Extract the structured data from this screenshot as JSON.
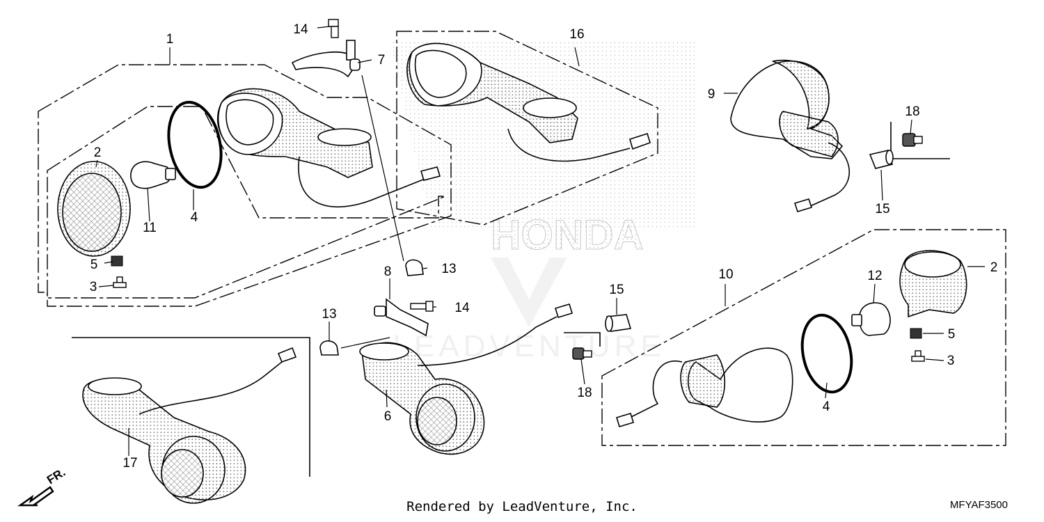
{
  "watermark": {
    "brand": "HONDA",
    "provider": "LEADVENTURE"
  },
  "footer": {
    "rendered_by": "Rendered by LeadVenture, Inc.",
    "diagram_code": "MFYAF3500"
  },
  "direction": {
    "label": "FR."
  },
  "callouts": {
    "c1": "1",
    "c2a": "2",
    "c2b": "2",
    "c3a": "3",
    "c3b": "3",
    "c4a": "4",
    "c4b": "4",
    "c5a": "5",
    "c5b": "5",
    "c6": "6",
    "c7": "7",
    "c8": "8",
    "c9": "9",
    "c10": "10",
    "c11": "11",
    "c12": "12",
    "c13a": "13",
    "c13b": "13",
    "c14a": "14",
    "c14b": "14",
    "c15a": "15",
    "c15b": "15",
    "c16": "16",
    "c17": "17",
    "c18a": "18",
    "c18b": "18"
  }
}
